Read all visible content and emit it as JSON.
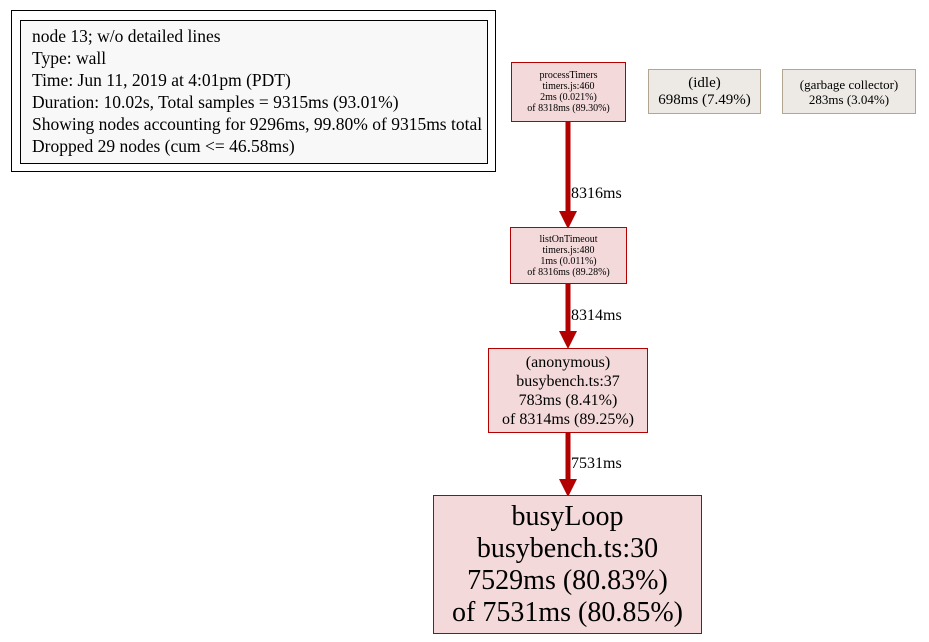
{
  "legend": {
    "lines": [
      "node 13; w/o detailed lines",
      "Type: wall",
      "Time: Jun 11, 2019 at 4:01pm (PDT)",
      "Duration: 10.02s, Total samples = 9315ms (93.01%)",
      "Showing nodes accounting for 9296ms, 99.80% of 9315ms total",
      "Dropped 29 nodes (cum <= 46.58ms)"
    ]
  },
  "nodes": {
    "processTimers": {
      "name": "processTimers",
      "location": "timers.js:460",
      "flat": "2ms (0.021%)",
      "cum": "of 8318ms (89.30%)"
    },
    "idle": {
      "name": "(idle)",
      "flat": "698ms (7.49%)"
    },
    "gc": {
      "name": "(garbage collector)",
      "flat": "283ms (3.04%)"
    },
    "listOnTimeout": {
      "name": "listOnTimeout",
      "location": "timers.js:480",
      "flat": "1ms (0.011%)",
      "cum": "of 8316ms (89.28%)"
    },
    "anonymous": {
      "name": "(anonymous)",
      "location": "busybench.ts:37",
      "flat": "783ms (8.41%)",
      "cum": "of 8314ms (89.25%)"
    },
    "busyLoop": {
      "name": "busyLoop",
      "location": "busybench.ts:30",
      "flat": "7529ms (80.83%)",
      "cum": "of 7531ms (80.85%)"
    }
  },
  "edges": [
    {
      "from": "processTimers",
      "to": "listOnTimeout",
      "label": "8316ms"
    },
    {
      "from": "listOnTimeout",
      "to": "anonymous",
      "label": "8314ms"
    },
    {
      "from": "anonymous",
      "to": "busyLoop",
      "label": "7531ms"
    }
  ],
  "colors": {
    "hot_fill": "#f3d9d9",
    "hot_border": "#b30000",
    "cold_fill": "#edeae6",
    "cold_border": "#b2a591",
    "edge": "#b30000"
  }
}
